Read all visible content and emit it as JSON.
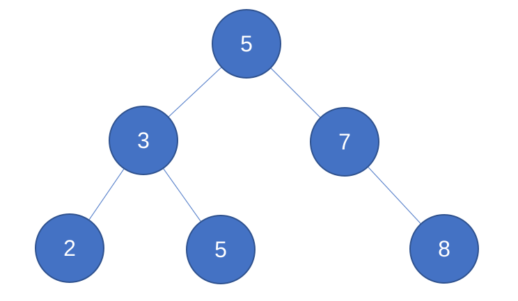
{
  "diagram": {
    "type": "binary-tree",
    "colors": {
      "node_fill": "#4472C4",
      "node_border": "#2F528F",
      "edge_color": "#4472C4",
      "text_color": "#FFFFFF",
      "canvas_bg": "#FFFFFF"
    },
    "nodes": [
      {
        "id": "root",
        "value": "5"
      },
      {
        "id": "l",
        "value": "3"
      },
      {
        "id": "r",
        "value": "7"
      },
      {
        "id": "ll",
        "value": "2"
      },
      {
        "id": "lr",
        "value": "5"
      },
      {
        "id": "rr",
        "value": "8"
      }
    ],
    "edges": [
      {
        "from": "root",
        "to": "l"
      },
      {
        "from": "root",
        "to": "r"
      },
      {
        "from": "l",
        "to": "ll"
      },
      {
        "from": "l",
        "to": "lr"
      },
      {
        "from": "r",
        "to": "rr"
      }
    ]
  }
}
